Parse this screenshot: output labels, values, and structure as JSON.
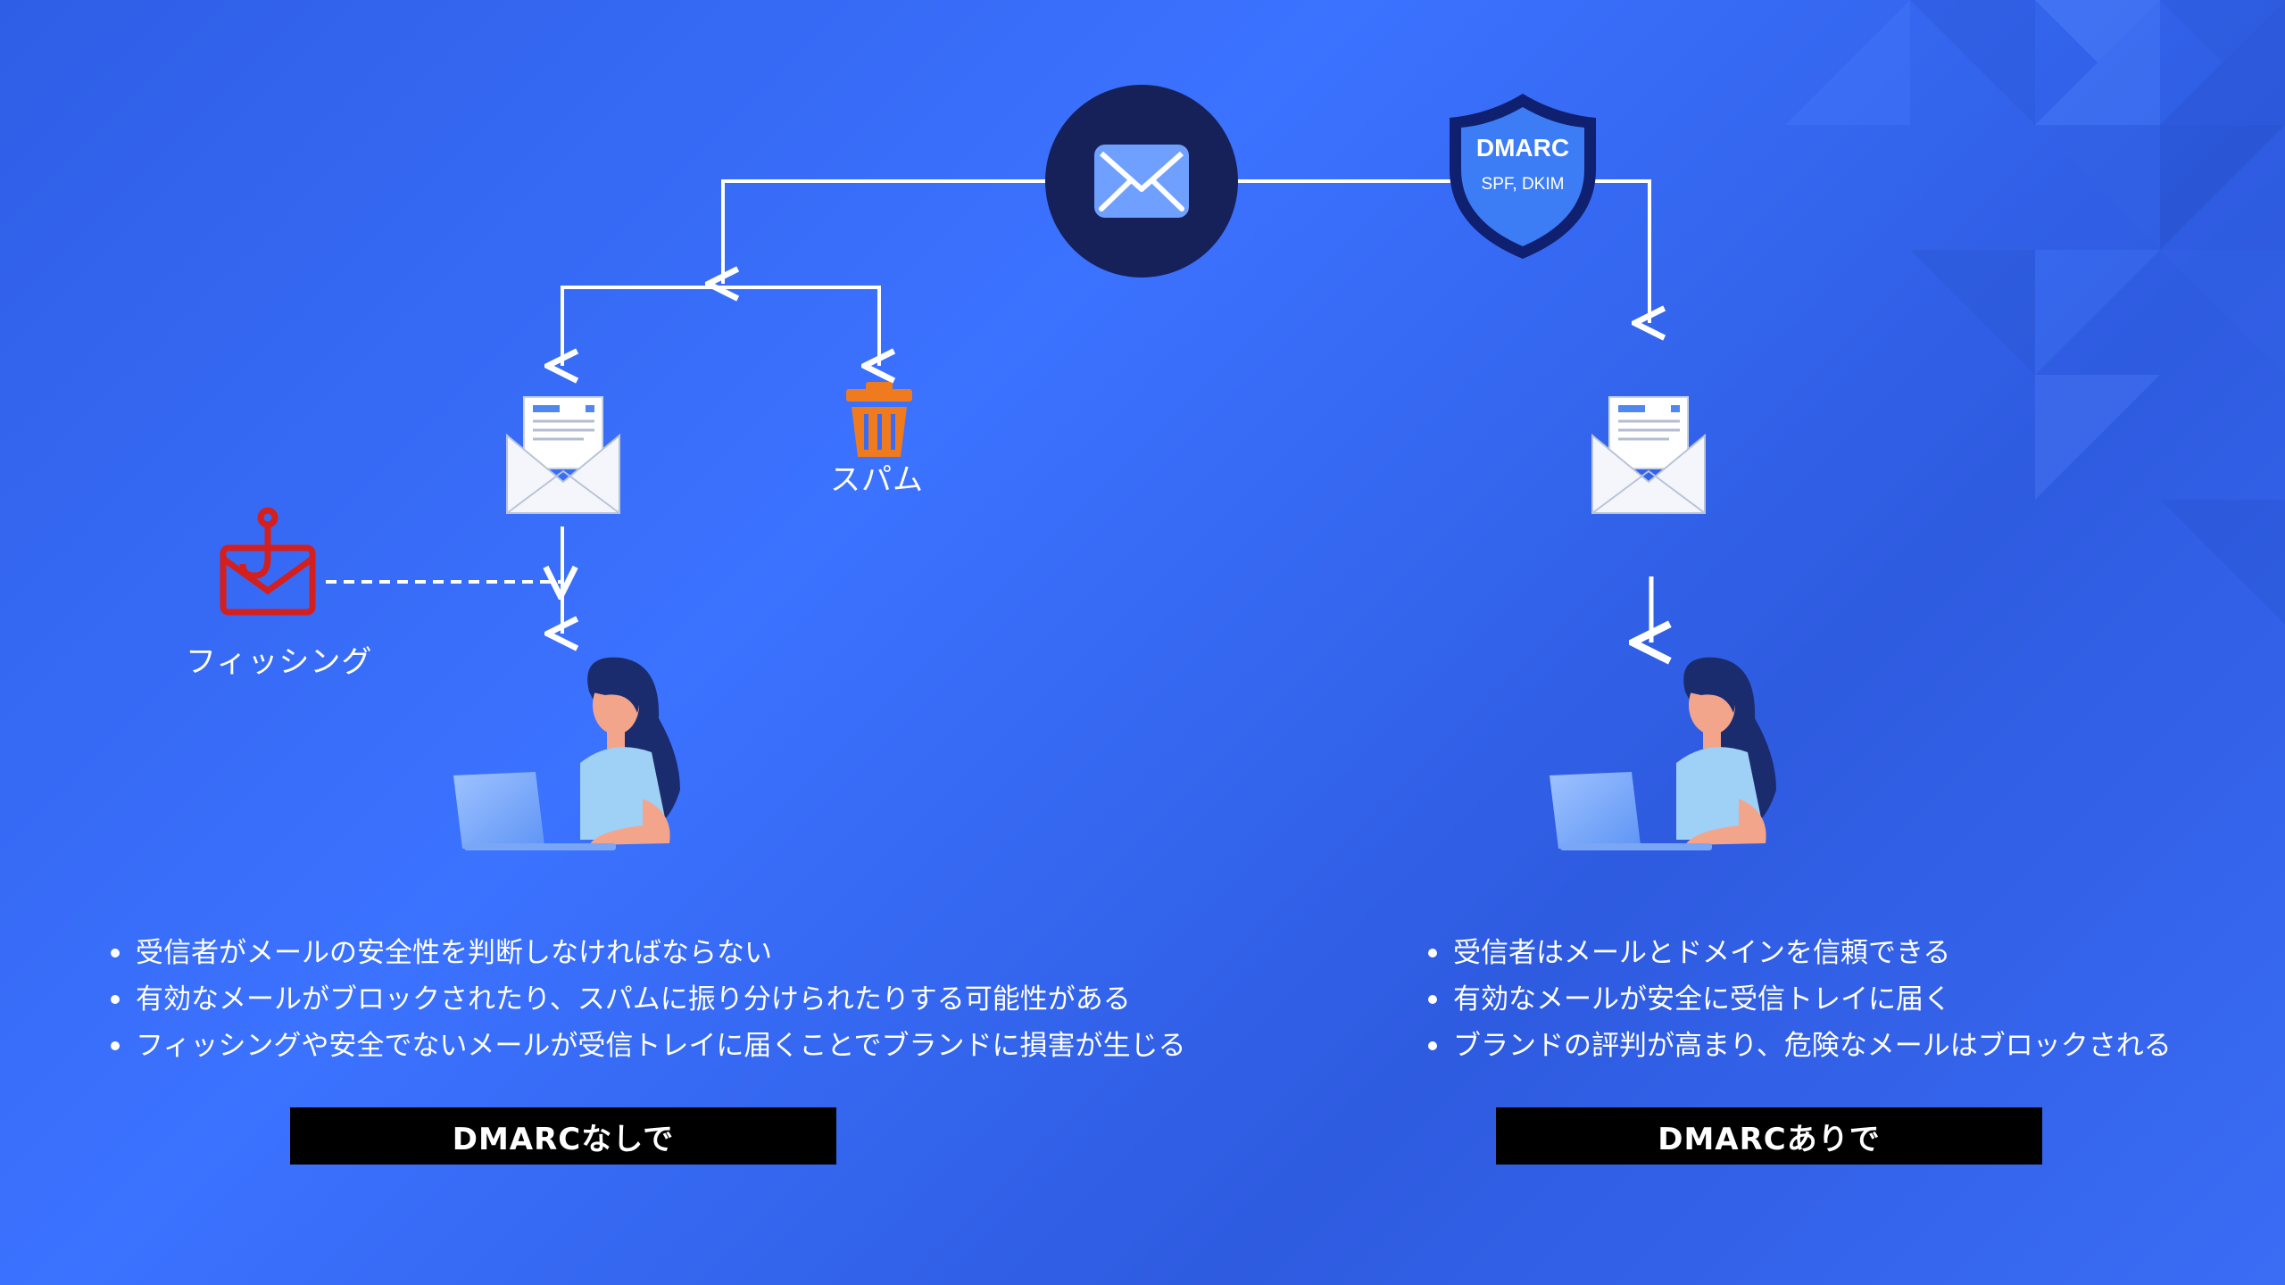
{
  "email_icon": "envelope-icon",
  "shield": {
    "title": "DMARC",
    "subtitle": "SPF, DKIM"
  },
  "labels": {
    "spam": "スパム",
    "phishing": "フィッシング"
  },
  "left": {
    "bullets": [
      "受信者がメールの安全性を判断しなければならない",
      "有効なメールがブロックされたり、スパムに振り分けられたりする可能性がある",
      "フィッシングや安全でないメールが受信トレイに届くことでブランドに損害が生じる"
    ],
    "caption": "DMARCなしで"
  },
  "right": {
    "bullets": [
      "受信者はメールとドメインを信頼できる",
      "有効なメールが安全に受信トレイに届く",
      "ブランドの評判が高まり、危険なメールはブロックされる"
    ],
    "caption": "DMARCありで"
  },
  "colors": {
    "accent_navy": "#16215a",
    "spam_orange": "#f07a1e",
    "phishing_red": "#d41f1f",
    "shield_blue": "#3c7cf5"
  }
}
